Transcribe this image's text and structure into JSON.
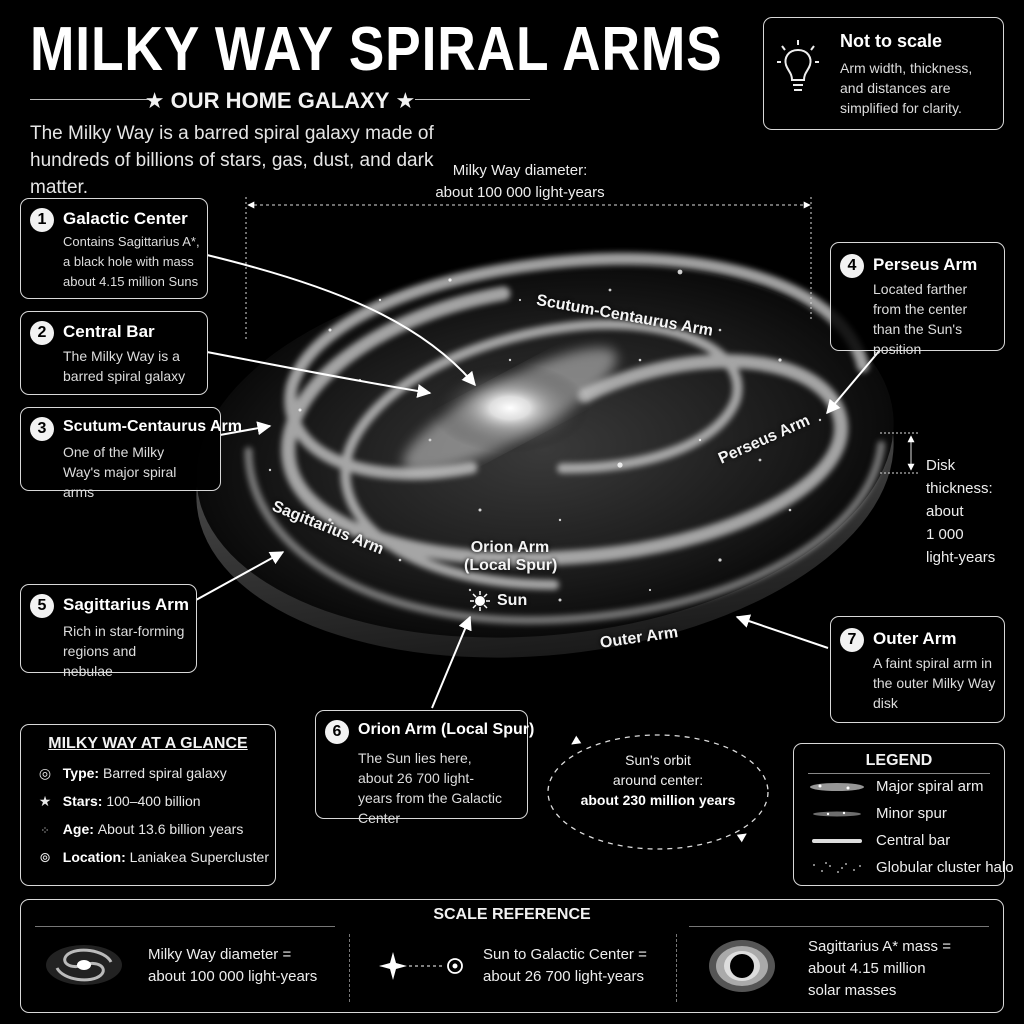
{
  "header": {
    "title": "MILKY WAY SPIRAL ARMS",
    "subtitle": "OUR HOME GALAXY",
    "intro": "The Milky Way is a barred spiral galaxy made of hundreds of billions of stars, gas, dust, and dark matter."
  },
  "note_box": {
    "title": "Not to scale",
    "text": "Arm width, thickness, and distances are simplified for clarity.",
    "icon": "lightbulb-icon"
  },
  "diameter_label": {
    "line1": "Milky Way diameter:",
    "line2": "about 100 000 light-years"
  },
  "thickness_label": {
    "lines": [
      "Disk thickness:",
      "about",
      "1 000",
      "light-years"
    ]
  },
  "arm_labels": {
    "scutum": "Scutum-Centaurus Arm",
    "perseus": "Perseus Arm",
    "sagittarius": "Sagittarius Arm",
    "orion_1": "Orion Arm",
    "orion_2": "(Local Spur)",
    "sun": "Sun",
    "outer": "Outer Arm"
  },
  "callouts": [
    {
      "number": "1",
      "title": "Galactic Center",
      "text": "Contains Sagittarius A*, a black hole with mass about 4.15 million Suns"
    },
    {
      "number": "2",
      "title": "Central Bar",
      "text": "The Milky Way is a barred spiral galaxy"
    },
    {
      "number": "3",
      "title": "Scutum-Centaurus Arm",
      "text": "One of the Milky Way's major spiral arms"
    },
    {
      "number": "4",
      "title": "Perseus Arm",
      "text": "Located farther from the center than the Sun's position"
    },
    {
      "number": "5",
      "title": "Sagittarius Arm",
      "text": "Rich in star-forming regions and nebulae"
    },
    {
      "number": "6",
      "title": "Orion Arm (Local Spur)",
      "text": "The Sun lies here, about 26 700 light-years from the Galactic Center"
    },
    {
      "number": "7",
      "title": "Outer Arm",
      "text": "A faint spiral arm in the outer Milky Way disk"
    }
  ],
  "orbit": {
    "line1": "Sun's orbit",
    "line2": "around center:",
    "line3": "about 230 million years"
  },
  "glance": {
    "heading": "MILKY WAY AT A GLANCE",
    "rows": [
      {
        "label": "Type:",
        "value": "Barred spiral galaxy",
        "icon": "spiral-icon"
      },
      {
        "label": "Stars:",
        "value": "100–400 billion",
        "icon": "star-icon"
      },
      {
        "label": "Age:",
        "value": "About 13.6 billion years",
        "icon": "sparkle-icon"
      },
      {
        "label": "Location:",
        "value": "Laniakea Supercluster",
        "icon": "ellipse-icon"
      }
    ]
  },
  "legend": {
    "heading": "LEGEND",
    "items": [
      "Major spiral arm",
      "Minor spur",
      "Central bar",
      "Globular cluster halo"
    ]
  },
  "scale": {
    "heading": "SCALE REFERENCE",
    "items": [
      {
        "line1": "Milky Way diameter =",
        "line2": "about 100 000 light-years",
        "icon": "galaxy-icon"
      },
      {
        "line1": "Sun to Galactic Center =",
        "line2": "about 26 700 light-years",
        "icon": "sun-to-center-icon"
      },
      {
        "line1": "Sagittarius A* mass =",
        "line2": "about 4.15 million",
        "line3": "solar masses",
        "icon": "black-hole-icon"
      }
    ]
  },
  "colors": {
    "background": "#000000",
    "border": "#d8d8d8",
    "text": "#f2f2f2"
  }
}
